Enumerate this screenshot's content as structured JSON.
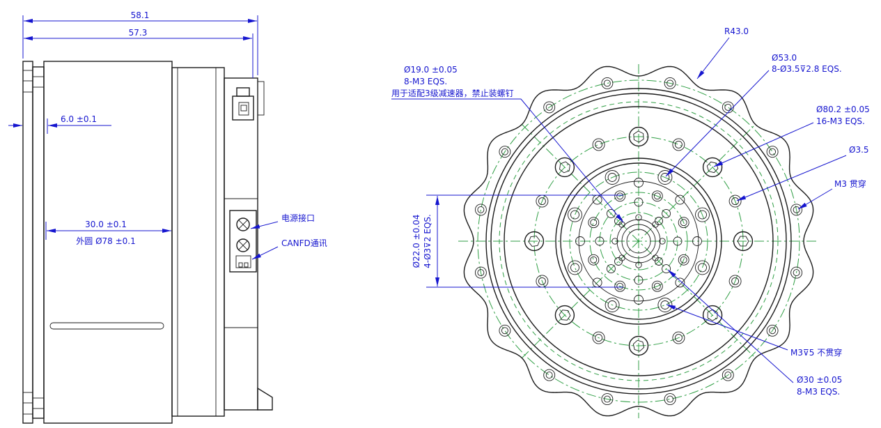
{
  "colors": {
    "geometry": "#1a1a1a",
    "dimension_blue": "#1515cf",
    "centerline_green": "#2f9e44",
    "background": "#ffffff"
  },
  "side_view": {
    "dim_total_width": "58.1",
    "dim_inner_width": "57.3",
    "dim_flange_thickness": "6.0 ±0.1",
    "dim_body_length": "30.0 ±0.1",
    "dim_outer_diameter": "外圆 Ø78 ±0.1",
    "label_power_port": "电源接口",
    "label_canfd_port": "CANFD通讯"
  },
  "front_view": {
    "dim_outer_radius": "R43.0",
    "bolt_circle_53": {
      "dia": "Ø53.0",
      "spec": "8-Ø3.5⊽2.8 EQS."
    },
    "bolt_circle_19": {
      "dia": "Ø19.0 ±0.05",
      "spec": "8-M3 EQS.",
      "note": "用于适配3级减速器，禁止装螺钉"
    },
    "bolt_circle_80": {
      "dia": "Ø80.2 ±0.05",
      "spec": "16-M3 EQS."
    },
    "dim_hole_dia": "Ø3.5",
    "note_m3_through": "M3 贯穿",
    "note_m3_blind": "M3⊽5 不贯穿",
    "bolt_circle_30": {
      "dia": "Ø30 ±0.05",
      "spec": "8-M3 EQS."
    },
    "bolt_circle_22": {
      "dia": "Ø22.0 ±0.04",
      "spec": "4-Ø3⊽2 EQS."
    }
  }
}
